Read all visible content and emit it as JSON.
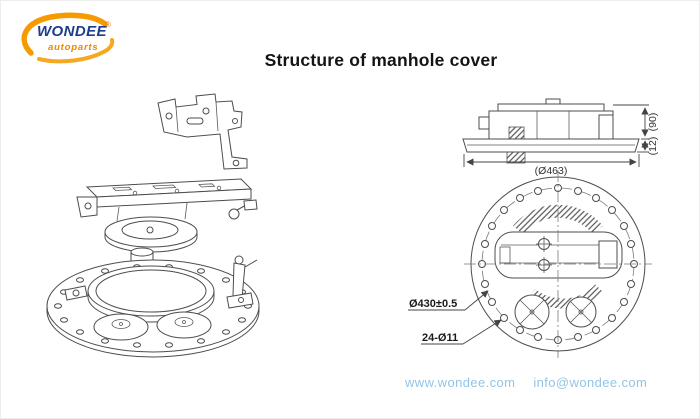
{
  "logo": {
    "brand": "WONDEE",
    "registered_mark": "®",
    "subtitle": "autoparts"
  },
  "title": "Structure of manhole cover",
  "side_view": {
    "dim_diameter": "(Ø463)",
    "dim_height": "(90)",
    "dim_thickness": "(12)"
  },
  "top_view": {
    "dim_bolt_circle": "Ø430±0.5",
    "dim_bolt_holes": "24-Ø11"
  },
  "footer": {
    "website": "www.wondee.com",
    "email": "info@wondee.com"
  },
  "colors": {
    "logo_orange": "#F59B00",
    "logo_blue": "#1C3E90",
    "line_gray": "#4D4D4D",
    "footer_blue": "#92C5E5"
  }
}
